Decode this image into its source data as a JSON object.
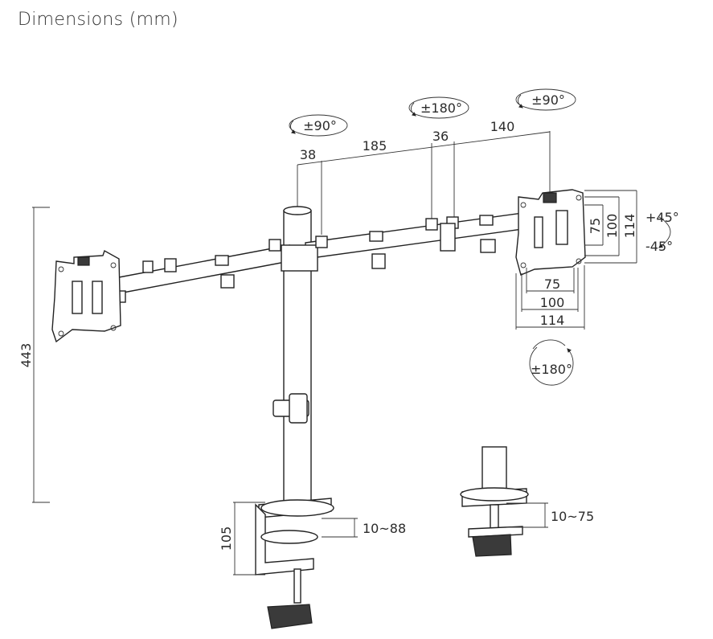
{
  "title": "Dimensions (mm)",
  "rotations": {
    "left_head": "±90°",
    "middle_joint": "±180°",
    "right_head": "±90°",
    "right_bottom": "±180°",
    "tilt_up": "+45°",
    "tilt_down": "-45°"
  },
  "arm_dimensions": {
    "d1": "38",
    "d2": "185",
    "d3": "36",
    "d4": "140"
  },
  "height": "443",
  "vesa": {
    "v_75": "75",
    "v_100": "100",
    "v_114": "114",
    "h_75": "75",
    "h_100": "100",
    "h_114": "114"
  },
  "clamp": {
    "height": "105",
    "clamp_range": "10~88"
  },
  "grommet": {
    "range": "10~75"
  }
}
